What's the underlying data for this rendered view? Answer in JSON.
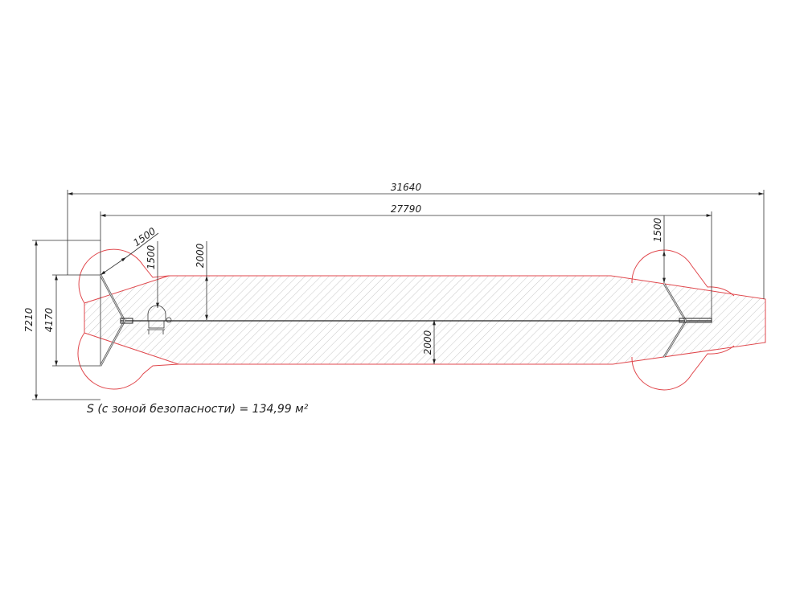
{
  "drawing": {
    "dimensions": {
      "overall_length": "31640",
      "frame_length": "27790",
      "overall_width": "7210",
      "frame_width": "4170",
      "safety_radius_diag": "1500",
      "safety_offset_left": "1500",
      "zone_half_width_top": "2000",
      "zone_half_width_mid": "2000",
      "safety_offset_right": "1500"
    },
    "caption": "S (с зоной безопасности) = 134,99 м²",
    "colors": {
      "safety_outline": "#e0474c",
      "lines": "#333333",
      "hatch": "#c8c8c8"
    }
  }
}
